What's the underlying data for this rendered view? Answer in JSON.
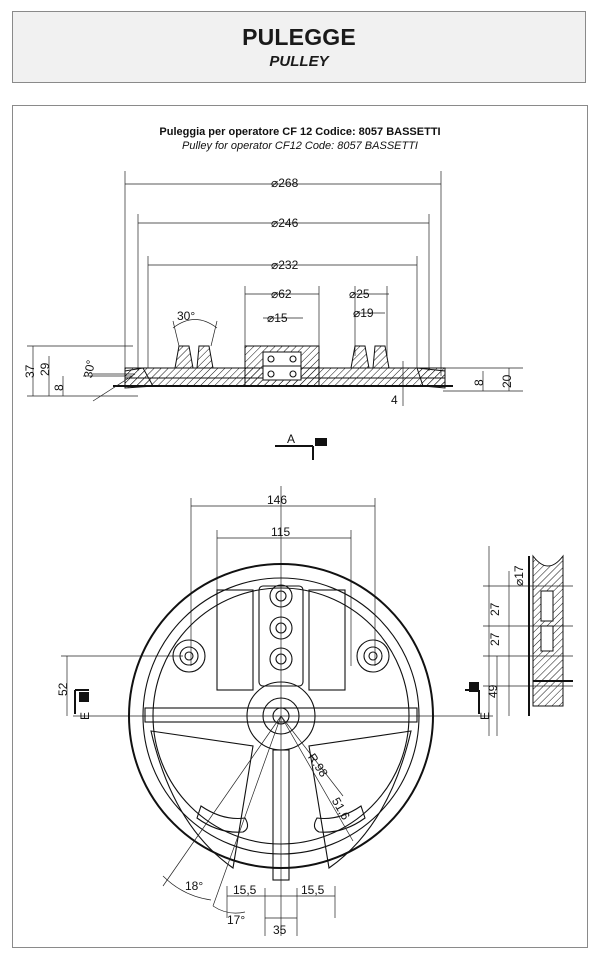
{
  "header": {
    "title": "PULEGGE",
    "subtitle": "PULLEY"
  },
  "drawing": {
    "caption_it": "Puleggia per operatore CF 12 Codice: 8057 BASSETTI",
    "caption_en": "Pulley for operator CF12 Code: 8057 BASSETTI",
    "section_view": {
      "dims": {
        "d268": "268",
        "d246": "246",
        "d232": "232",
        "d62": "62",
        "d15": "15",
        "d25": "25",
        "d19": "19",
        "ang30_top": "30°",
        "ang30_left": "30°",
        "h37": "37",
        "h29": "29",
        "h8_left": "8",
        "h8_right": "8",
        "h20": "20",
        "h4": "4"
      },
      "section_marker": "A"
    },
    "front_view": {
      "dims": {
        "w146": "146",
        "w115": "115",
        "h52": "52",
        "radius": "R.98",
        "r51": "51,6",
        "ang18": "18°",
        "ang17": "17°",
        "w15_5_left": "15,5",
        "w15_5_right": "15,5",
        "w35": "35"
      },
      "marker_left": "E",
      "marker_right": "E"
    },
    "side_view": {
      "dims": {
        "d17": "17",
        "h27_top": "27",
        "h27_bottom": "27",
        "h49": "49"
      }
    }
  }
}
